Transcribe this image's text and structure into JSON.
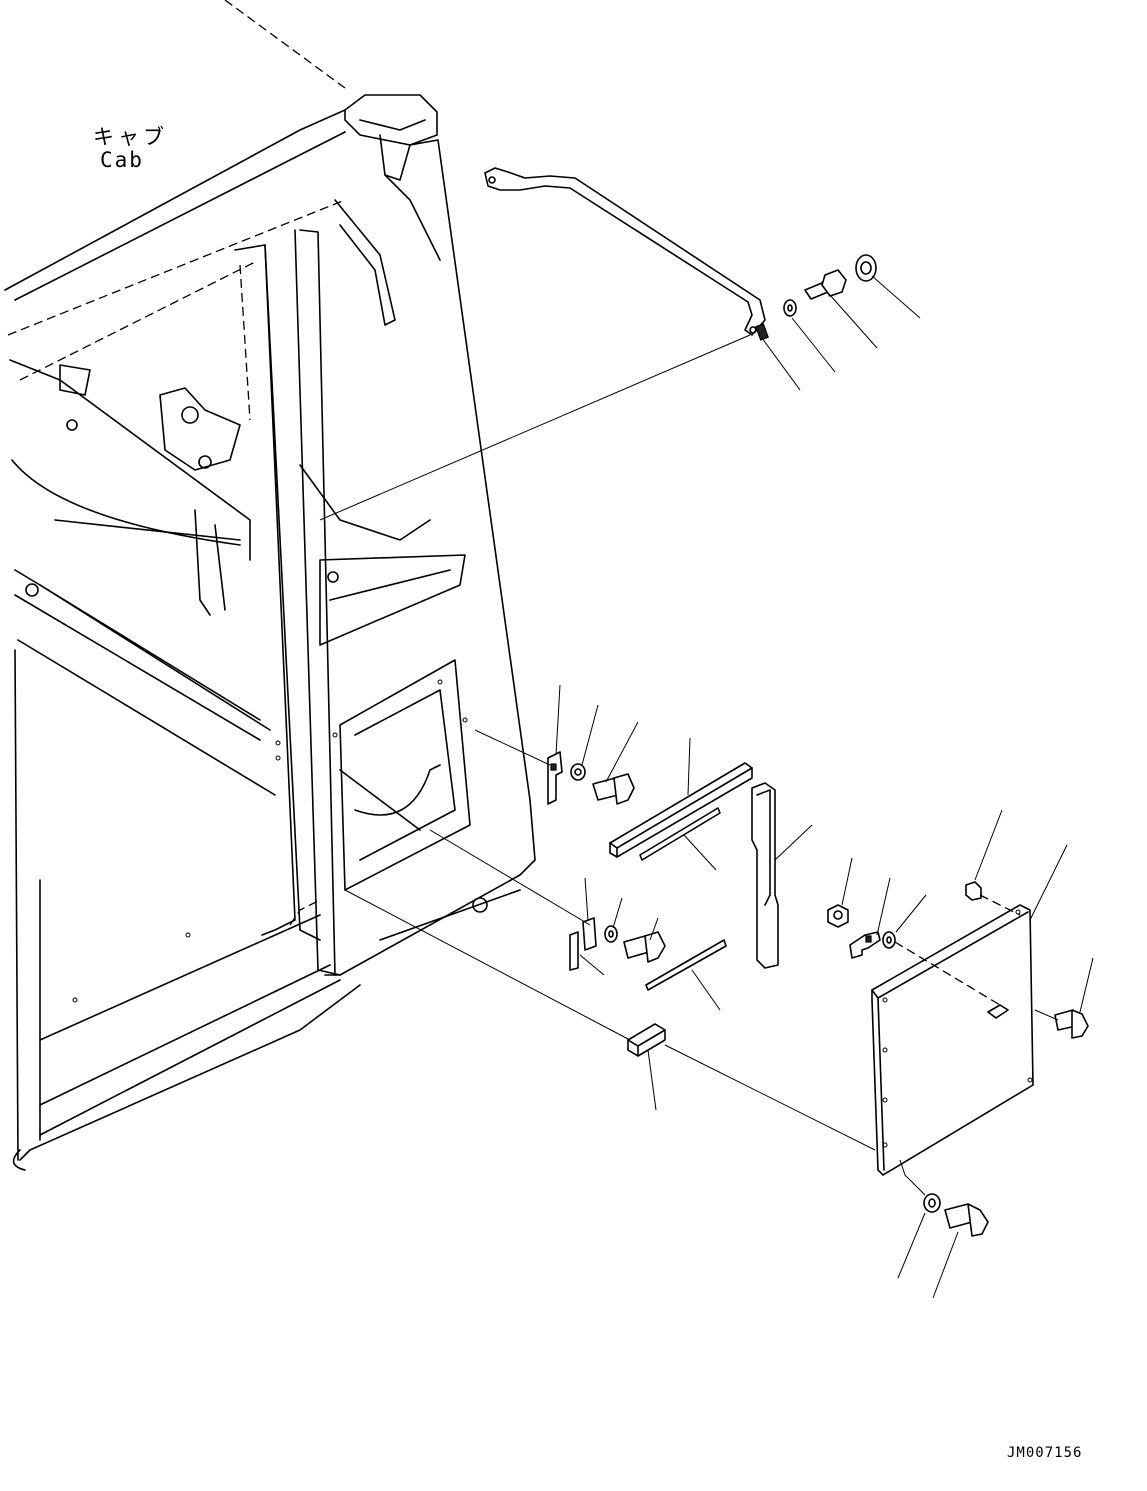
{
  "labels": {
    "cab_japanese": "キャブ",
    "cab_english": "Cab",
    "drawing_number": "JM007156"
  }
}
